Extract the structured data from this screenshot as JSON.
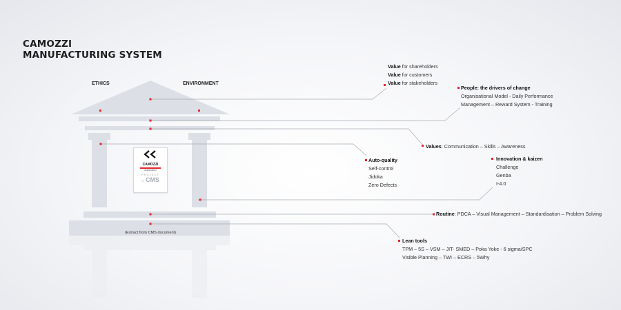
{
  "title": {
    "line1": "CAMOZZI",
    "line2": "MANUFACTURING SYSTEM"
  },
  "temple": {
    "ethics_label": "ETHICS",
    "environment_label": "ENVIRONMENT",
    "logo": {
      "brand": "CAMOZZI",
      "subtitle": "Automation",
      "project": "PROJECT",
      "cms": "CMS"
    },
    "caption": "(Extract from CMS document)"
  },
  "value_block": {
    "bold": "Value",
    "lines": [
      "for shareholders",
      "for customers",
      "for stakeholders"
    ]
  },
  "people_block": {
    "heading": "People: the drivers of change",
    "lines": [
      "Organisational Model - Daily Performance",
      "Management – Reward System - Training"
    ]
  },
  "values_block": {
    "bold": "Values",
    "text": ": Communication – Skills – Awareness"
  },
  "auto_quality_block": {
    "heading": "Auto-quality",
    "items": [
      "Self-control",
      "Jidoka",
      "Zero Defects"
    ]
  },
  "innovation_block": {
    "heading": "Innovation & kaizen",
    "items": [
      "Challenge",
      "Genba",
      "I-4.0"
    ]
  },
  "routine_block": {
    "bold": "Routine",
    "text": ": PDCA – Visual Management – Standardisation – Problem Solving"
  },
  "lean_block": {
    "heading": "Lean tools",
    "lines": [
      "TPM – 5S – VSM – JIT- SMED – Poka Yoke - 6 sigma/SPC",
      "Visible Planning – TWI – ECRS – 5Why"
    ]
  },
  "colors": {
    "temple": "#dcdfe5",
    "temple_reflection": "#eceef2",
    "connector": "#a8acb3",
    "dot": "#e3262b"
  }
}
